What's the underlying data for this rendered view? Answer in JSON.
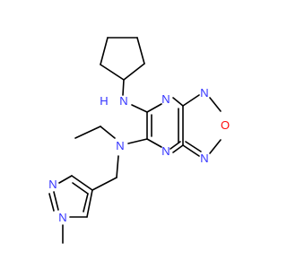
{
  "molecule": {
    "colors": {
      "bond": "#000000",
      "N": "#3333ff",
      "O": "#ff0d0d",
      "background": "#ffffff"
    },
    "atom_labels": {
      "nh": "H",
      "nh_n": "N",
      "n_tert": "N",
      "pyrazine_n_top": "N",
      "pyrazine_n_bottom": "N",
      "oxadiazole_n_top": "N",
      "oxadiazole_o": "O",
      "oxadiazole_n_bottom": "N",
      "pyrazole_n2": "N",
      "pyrazole_n1": "N"
    }
  }
}
